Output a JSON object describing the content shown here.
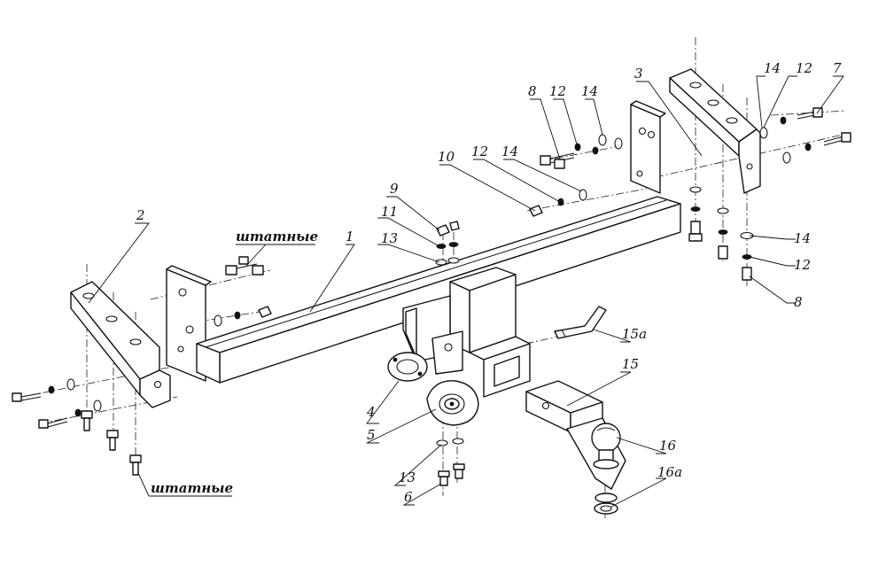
{
  "diagram": {
    "labels": {
      "l1": "1",
      "l2": "2",
      "l3": "3",
      "l4": "4",
      "l5": "5",
      "l6": "6",
      "l7": "7",
      "l8a": "8",
      "l8b": "8",
      "l9": "9",
      "l10": "10",
      "l11": "11",
      "l12a": "12",
      "l12b": "12",
      "l12c": "12",
      "l12d": "12",
      "l13a": "13",
      "l13b": "13",
      "l14a": "14",
      "l14b": "14",
      "l14c": "14",
      "l14d": "14",
      "l15": "15",
      "l15a": "15a",
      "l16": "16",
      "l16a": "16a"
    },
    "notes": {
      "stock_top": "штатные",
      "stock_bottom": "штатные"
    }
  }
}
